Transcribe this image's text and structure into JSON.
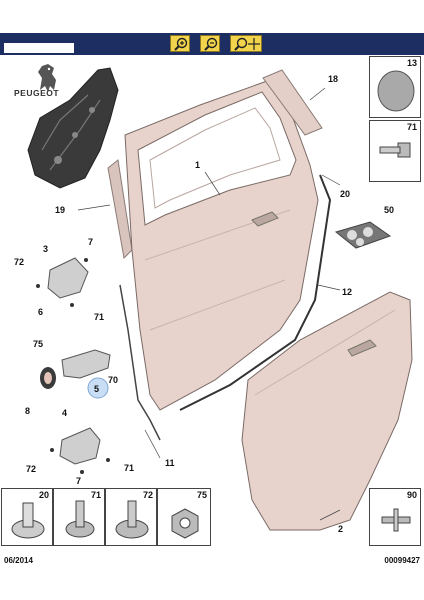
{
  "header": {
    "tools": [
      {
        "name": "zoom-in",
        "sign": "+"
      },
      {
        "name": "zoom-out",
        "sign": "−"
      },
      {
        "name": "zoom-move",
        "sign": "+"
      }
    ]
  },
  "brand": {
    "name": "PEUGEOT"
  },
  "callouts": {
    "c1": "1",
    "c2": "2",
    "c3": "3",
    "c4": "4",
    "c5": "5",
    "c6": "6",
    "c7a": "7",
    "c7b": "7",
    "c8": "8",
    "c11": "11",
    "c12": "12",
    "c18": "18",
    "c19": "19",
    "c20": "20",
    "c50": "50",
    "c70": "70",
    "c71a": "71",
    "c71b": "71",
    "c72a": "72",
    "c72b": "72",
    "c75": "75"
  },
  "parts": {
    "p13": "13",
    "p71": "71",
    "p20": "20",
    "p71b": "71",
    "p72": "72",
    "p75": "75",
    "p90": "90"
  },
  "footer": {
    "date": "06/2014",
    "code": "00099427"
  }
}
